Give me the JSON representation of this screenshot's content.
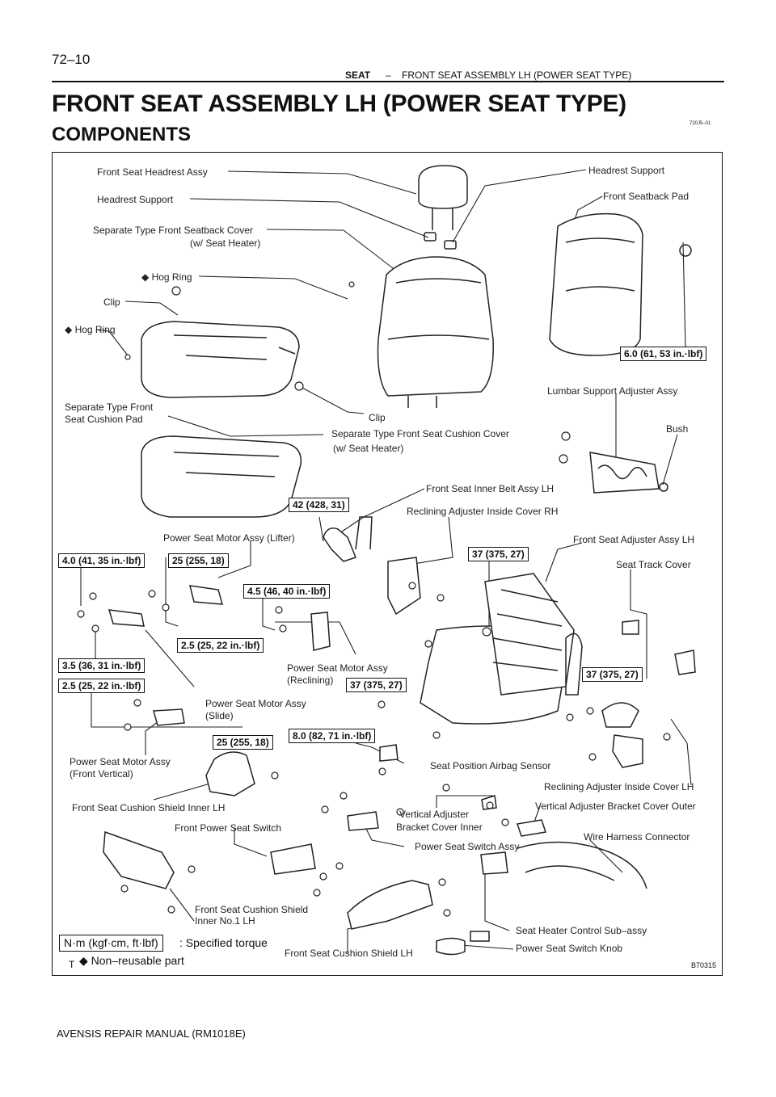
{
  "header": {
    "page_number": "72–10",
    "section": "SEAT",
    "dash": "–",
    "title": "FRONT SEAT ASSEMBLY LH (POWER SEAT TYPE)"
  },
  "main_title": "FRONT SEAT ASSEMBLY LH (POWER SEAT TYPE)",
  "subtitle": "COMPONENTS",
  "figure_code": "720J5–01",
  "labels": {
    "front_seat_headrest_assy": "Front Seat Headrest Assy",
    "headrest_support_left": "Headrest Support",
    "headrest_support_right": "Headrest Support",
    "front_seatback_pad": "Front Seatback Pad",
    "seatback_cover": "Separate Type Front Seatback Cover",
    "seatback_cover_note": "(w/ Seat Heater)",
    "hog_ring_1": "◆ Hog Ring",
    "clip_1": "Clip",
    "hog_ring_2": "◆ Hog Ring",
    "seat_cushion_pad_1": "Separate Type Front",
    "seat_cushion_pad_2": "Seat Cushion Pad",
    "clip_2": "Clip",
    "cushion_cover": "Separate Type Front Seat Cushion Cover",
    "cushion_cover_note": "(w/ Seat Heater)",
    "lumbar_support": "Lumbar Support Adjuster Assy",
    "bush": "Bush",
    "inner_belt": "Front Seat Inner Belt Assy LH",
    "reclining_cover_rh": "Reclining Adjuster Inside Cover RH",
    "motor_lifter": "Power Seat Motor Assy (Lifter)",
    "adjuster_assy_lh": "Front Seat Adjuster Assy LH",
    "seat_track_cover": "Seat Track Cover",
    "motor_reclining_1": "Power Seat Motor Assy",
    "motor_reclining_2": "(Reclining)",
    "motor_slide_1": "Power Seat Motor Assy",
    "motor_slide_2": "(Slide)",
    "motor_front_vertical_1": "Power Seat Motor Assy",
    "motor_front_vertical_2": "(Front Vertical)",
    "airbag_sensor": "Seat Position Airbag Sensor",
    "reclining_cover_lh": "Reclining Adjuster Inside Cover LH",
    "shield_inner_lh": "Front Seat Cushion Shield Inner LH",
    "vertical_inner_1": "Vertical Adjuster",
    "vertical_inner_2": "Bracket Cover Inner",
    "vertical_outer": "Vertical Adjuster Bracket Cover Outer",
    "front_power_switch": "Front Power Seat Switch",
    "power_switch_assy": "Power Seat Switch Assy",
    "wire_harness": "Wire Harness Connector",
    "shield_inner_no1_1": "Front Seat Cushion Shield",
    "shield_inner_no1_2": "Inner No.1 LH",
    "heater_control": "Seat Heater Control Sub–assy",
    "switch_knob": "Power Seat Switch Knob",
    "cushion_shield_lh": "Front Seat Cushion Shield LH"
  },
  "torques": {
    "t_6_0": "6.0 (61, 53 in.·lbf)",
    "t_42": "42 (428, 31)",
    "t_4_0": "4.0 (41, 35 in.·lbf)",
    "t_25_a": "25 (255, 18)",
    "t_37_a": "37 (375, 27)",
    "t_4_5": "4.5 (46, 40 in.·lbf)",
    "t_2_5_a": "2.5 (25, 22 in.·lbf)",
    "t_3_5": "3.5 (36, 31 in.·lbf)",
    "t_2_5_b": "2.5 (25, 22 in.·lbf)",
    "t_37_b": "37 (375, 27)",
    "t_37_c": "37 (375, 27)",
    "t_25_b": "25 (255, 18)",
    "t_8_0": "8.0 (82, 71 in.·lbf)"
  },
  "legend": {
    "unit_box": "N·m (kgf·cm, ft·lbf)",
    "specified": ": Specified torque",
    "non_reusable": "◆ Non–reusable part",
    "t_mark": "T"
  },
  "figure_id": "B70315",
  "footer": "AVENSIS REPAIR MANUAL   (RM1018E)"
}
